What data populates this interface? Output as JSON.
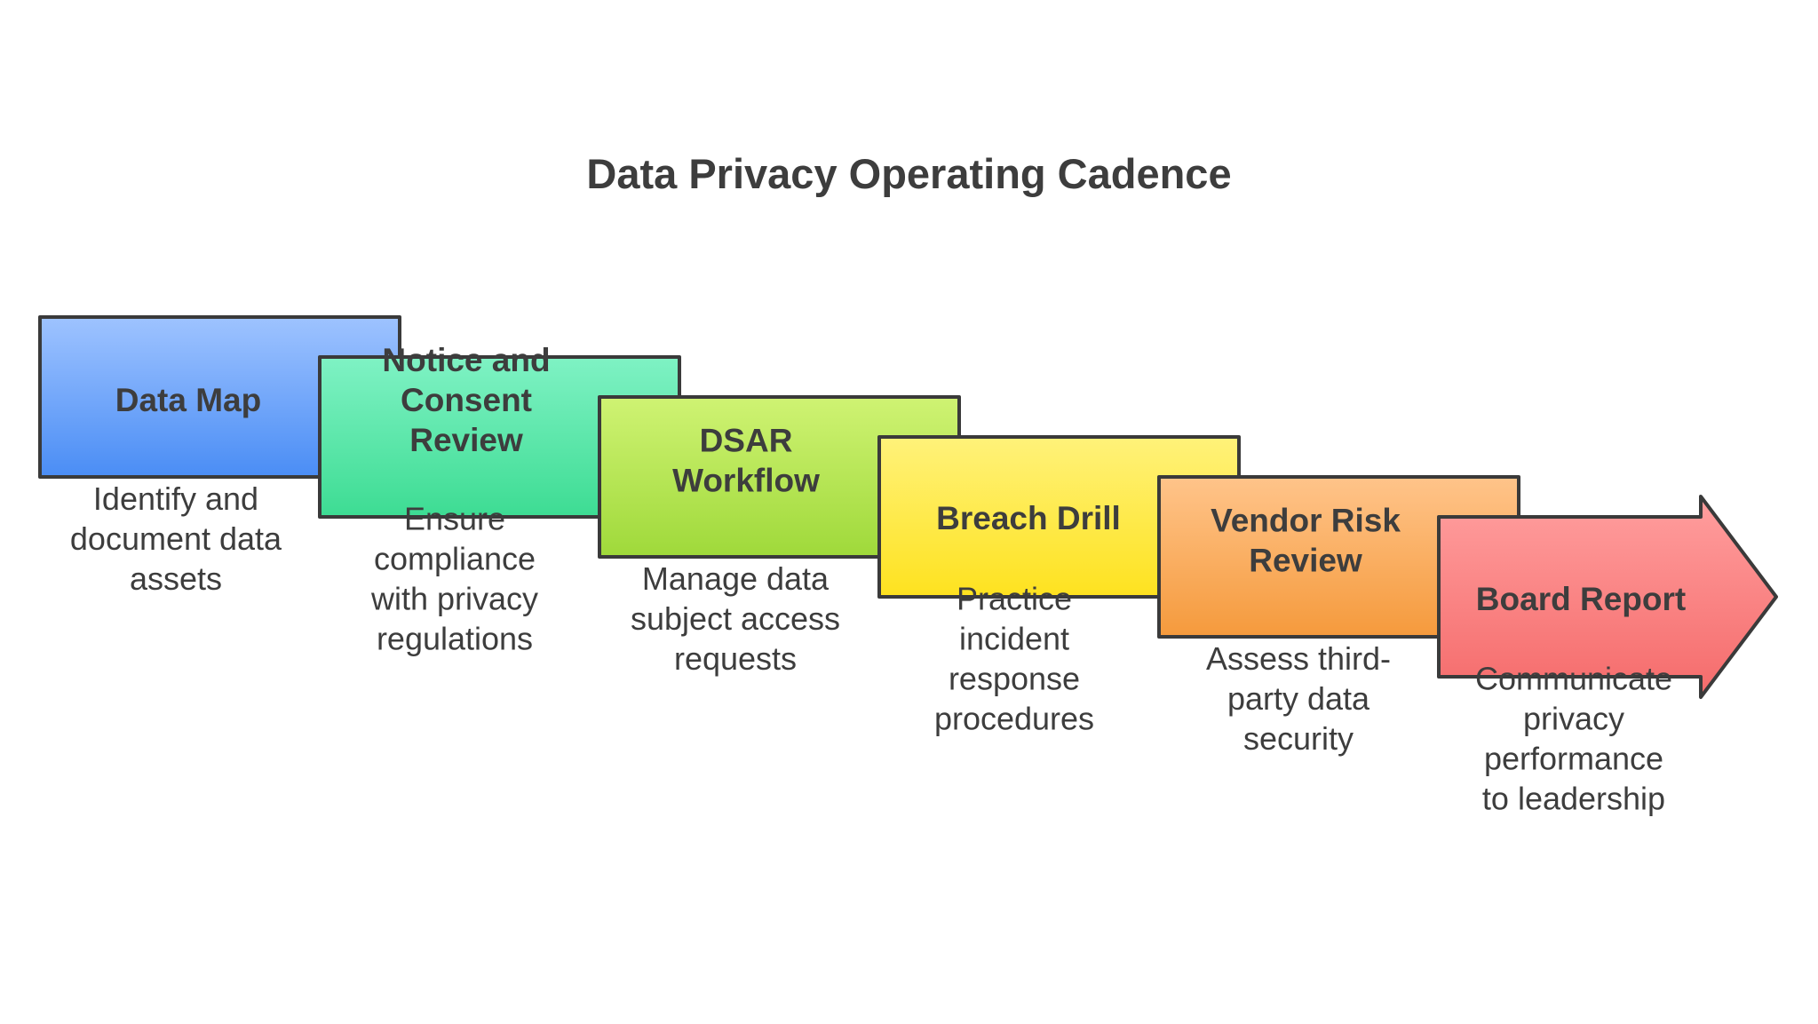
{
  "title": "Data Privacy Operating Cadence",
  "steps": [
    {
      "label_lines": [
        "Data Map"
      ],
      "desc_lines": [
        "Identify and",
        "document data",
        "assets"
      ],
      "colors": {
        "top": "#9ec3ff",
        "bottom": "#4a8df5"
      }
    },
    {
      "label_lines": [
        "Notice and",
        "Consent",
        "Review"
      ],
      "desc_lines": [
        "Ensure",
        "compliance",
        "with privacy",
        "regulations"
      ],
      "colors": {
        "top": "#7ff2c4",
        "bottom": "#3ddc93"
      }
    },
    {
      "label_lines": [
        "DSAR",
        "Workflow"
      ],
      "desc_lines": [
        "Manage data",
        "subject access",
        "requests"
      ],
      "colors": {
        "top": "#cff373",
        "bottom": "#9fd93a"
      }
    },
    {
      "label_lines": [
        "Breach Drill"
      ],
      "desc_lines": [
        "Practice",
        "incident",
        "response",
        "procedures"
      ],
      "colors": {
        "top": "#fff27a",
        "bottom": "#fee21f"
      }
    },
    {
      "label_lines": [
        "Vendor Risk",
        "Review"
      ],
      "desc_lines": [
        "Assess third-",
        "party data",
        "security"
      ],
      "colors": {
        "top": "#ffc48a",
        "bottom": "#f59a3c"
      }
    },
    {
      "label_lines": [
        "Board Report"
      ],
      "desc_lines": [
        "Communicate",
        "privacy",
        "performance",
        "to leadership"
      ],
      "colors": {
        "top": "#ff9e9e",
        "bottom": "#f56b6b"
      }
    }
  ]
}
